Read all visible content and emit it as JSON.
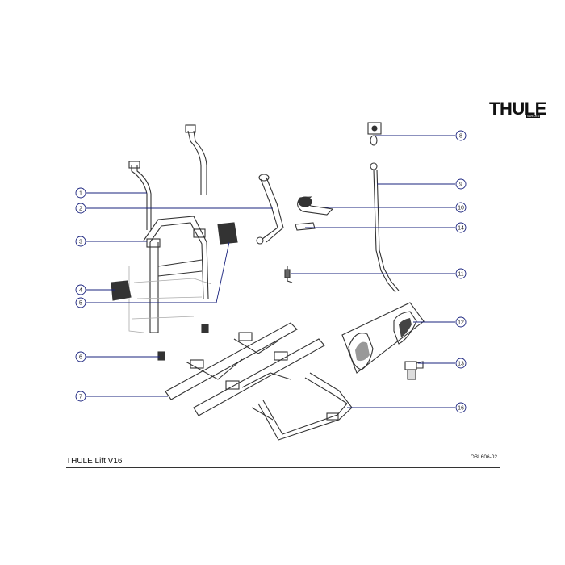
{
  "brand": {
    "logo_text": "THULE",
    "logo_sub": "SWEDEN"
  },
  "footer": {
    "title": "THULE Lift V16",
    "code": "OBL606-02"
  },
  "callouts": [
    {
      "num": "1"
    },
    {
      "num": "2"
    },
    {
      "num": "3"
    },
    {
      "num": "4"
    },
    {
      "num": "5"
    },
    {
      "num": "6"
    },
    {
      "num": "7"
    },
    {
      "num": "8"
    },
    {
      "num": "9"
    },
    {
      "num": "10"
    },
    {
      "num": "14"
    },
    {
      "num": "11"
    },
    {
      "num": "12"
    },
    {
      "num": "13"
    },
    {
      "num": "16"
    }
  ],
  "colors": {
    "leader": "#1a237e",
    "line": "#333333",
    "part_fill": "#ffffff",
    "dark_part": "#333333"
  }
}
